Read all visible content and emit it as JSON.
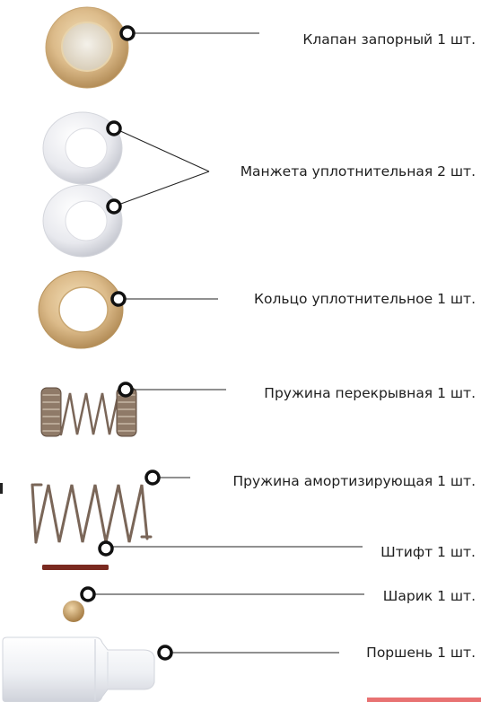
{
  "parts": [
    {
      "id": "valve",
      "label": "Клапан запорный  1 шт."
    },
    {
      "id": "cuff",
      "label": "Манжета уплотнительная 2 шт."
    },
    {
      "id": "ring",
      "label": "Кольцо уплотнительное 1 шт."
    },
    {
      "id": "spring1",
      "label": "Пружина перекрывная 1 шт."
    },
    {
      "id": "spring2",
      "label": "Пружина амортизирующая 1 шт."
    },
    {
      "id": "pin",
      "label": "Штифт 1 шт."
    },
    {
      "id": "ball",
      "label": "Шарик 1 шт."
    },
    {
      "id": "piston",
      "label": "Поршень 1 шт."
    }
  ],
  "colors": {
    "brass": "#d9b98a",
    "brass_dark": "#b8935c",
    "plastic_white": "#eceef2",
    "spring_steel": "#7a6658",
    "pin": "#7a2a20",
    "leader": "#222222",
    "accent": "#e87272"
  }
}
